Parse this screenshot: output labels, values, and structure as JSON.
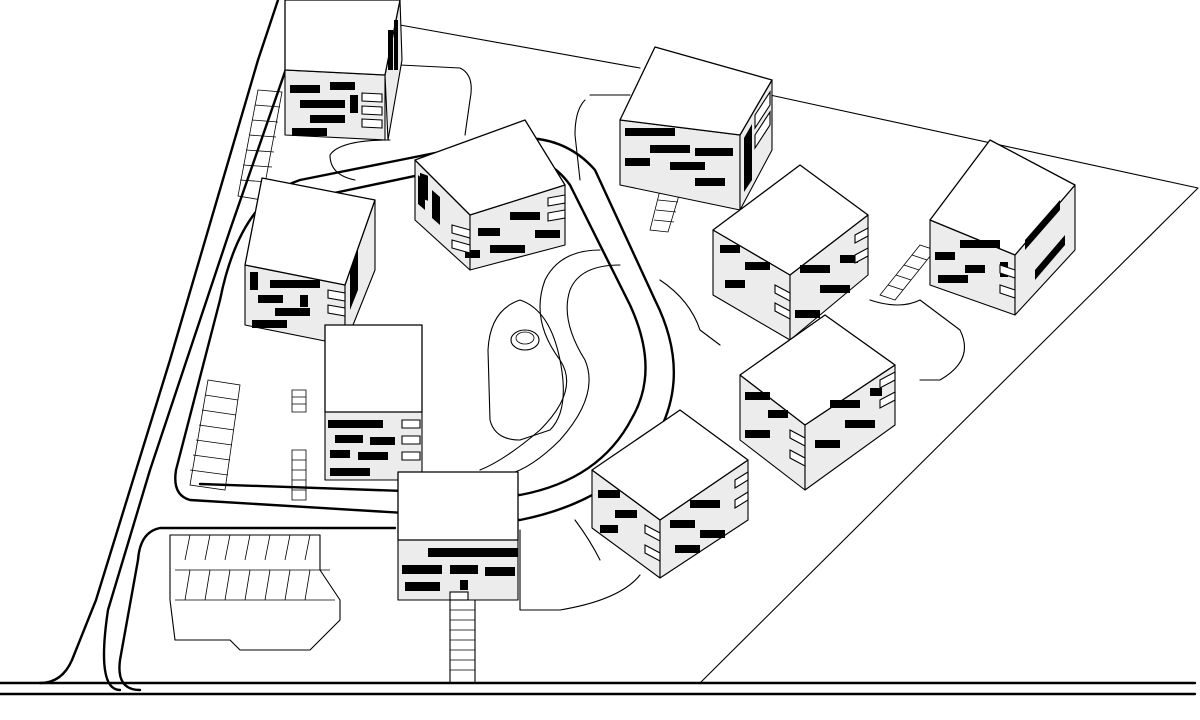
{
  "drawing": {
    "style": "black-and-white axonometric site plan",
    "colors": {
      "line": "#000000",
      "background": "#ffffff",
      "facade": "#ececec",
      "window": "#000000"
    }
  },
  "building_count": 10,
  "buildings": [
    {
      "id": "b1"
    },
    {
      "id": "b2"
    },
    {
      "id": "b3"
    },
    {
      "id": "b4"
    },
    {
      "id": "b5"
    },
    {
      "id": "b6"
    },
    {
      "id": "b7"
    },
    {
      "id": "b8"
    },
    {
      "id": "b9"
    },
    {
      "id": "b10"
    }
  ]
}
